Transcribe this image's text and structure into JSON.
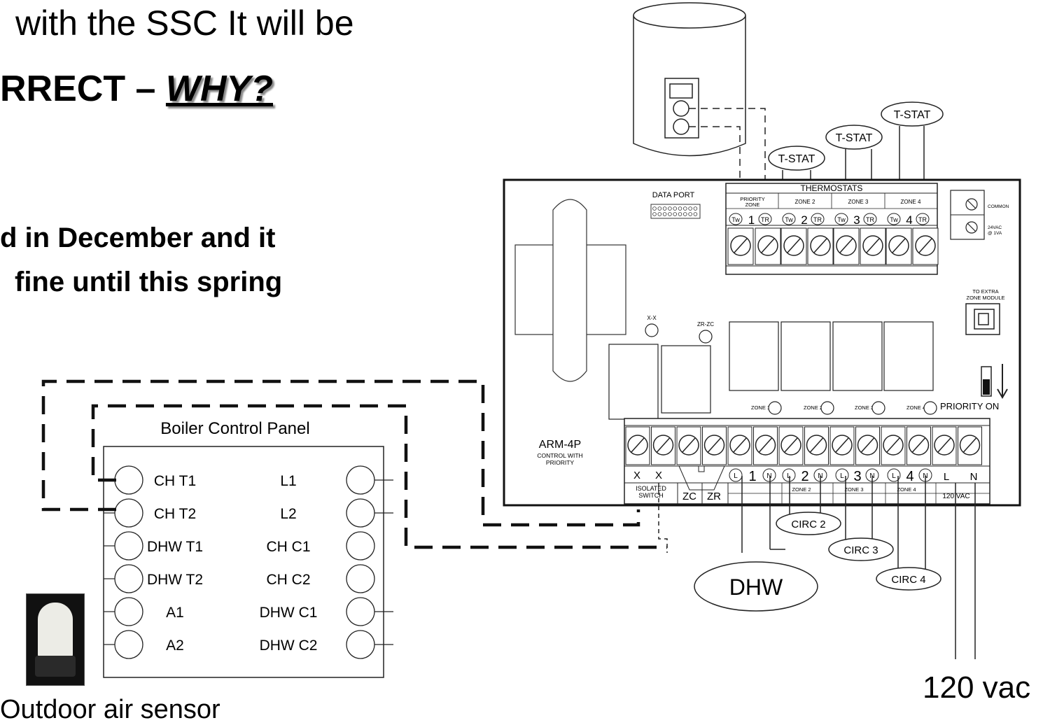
{
  "slide": {
    "line1": "with the SSC It will be",
    "line2_prefix": "RRECT – ",
    "line2_emph": "WHY?",
    "line3": "d in December and it",
    "line4": "fine until this spring"
  },
  "captions": {
    "outdoor_air_sensor": "Outdoor air sensor",
    "supply": "120 vac"
  },
  "boiler_panel": {
    "title": "Boiler Control Panel",
    "left_terminals": [
      "CH T1",
      "CH T2",
      "DHW T1",
      "DHW T2",
      "A1",
      "A2"
    ],
    "right_terminals": [
      "L1",
      "L2",
      "CH C1",
      "CH C2",
      "DHW C1",
      "DHW C2"
    ]
  },
  "arm": {
    "model": "ARM-4P",
    "subtitle_line1": "CONTROL WITH",
    "subtitle_line2": "PRIORITY",
    "data_port": "DATA PORT",
    "thermostats": "THERMOSTATS",
    "zone_headers": [
      "PRIORITY",
      "ZONE",
      "ZONE 2",
      "ZONE 3",
      "ZONE 4"
    ],
    "tstat_digits": [
      "1",
      "2",
      "3",
      "4"
    ],
    "tw": "Tw",
    "tr": "TR",
    "common": "COMMON",
    "vac24_line1": "24VAC",
    "vac24_line2": "@ 1VA",
    "extra_line1": "TO EXTRA",
    "extra_line2": "ZONE MODULE",
    "xx": "X-X",
    "zrzc": "ZR-ZC",
    "zone_leds": [
      "ZONE 1",
      "ZONE 2",
      "ZONE 3",
      "ZONE 4"
    ],
    "priority_on": "PRIORITY ON",
    "x": "X",
    "l": "L",
    "n": "N",
    "zc": "ZC",
    "zr": "ZR",
    "isolated_line1": "ISOLATED",
    "isolated_line2": "SWITCH",
    "bottom_zones": [
      "ZONE 2",
      "ZONE 3",
      "ZONE 4"
    ],
    "vac120": "120 VAC"
  },
  "tstats": [
    "T-STAT",
    "T-STAT",
    "T-STAT"
  ],
  "circs": [
    "CIRC 2",
    "CIRC 3",
    "CIRC 4"
  ],
  "dhw": "DHW"
}
